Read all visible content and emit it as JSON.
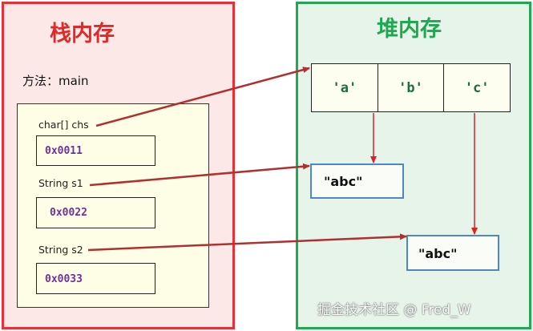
{
  "stack": {
    "title": "栈内存",
    "method_label": "方法：main",
    "vars": [
      {
        "label": "char[] chs",
        "address": "0x0011"
      },
      {
        "label": "String  s1",
        "address": "0x0022"
      },
      {
        "label": "String  s2",
        "address": "0x0033"
      }
    ]
  },
  "heap": {
    "title": "堆内存",
    "char_array": [
      "'a'",
      "'b'",
      "'c'"
    ],
    "strings": [
      "\"abc\"",
      "\"abc\""
    ]
  },
  "watermark": "掘金技术社区 @ Fred_W",
  "colors": {
    "stack_border": "#e8303a",
    "stack_fill": "#fde8e8",
    "heap_border": "#22a84f",
    "heap_fill": "#e6f4ea",
    "arrow": "#b03030",
    "address_text": "#7030a0",
    "string_box_border": "#4f86c6"
  }
}
